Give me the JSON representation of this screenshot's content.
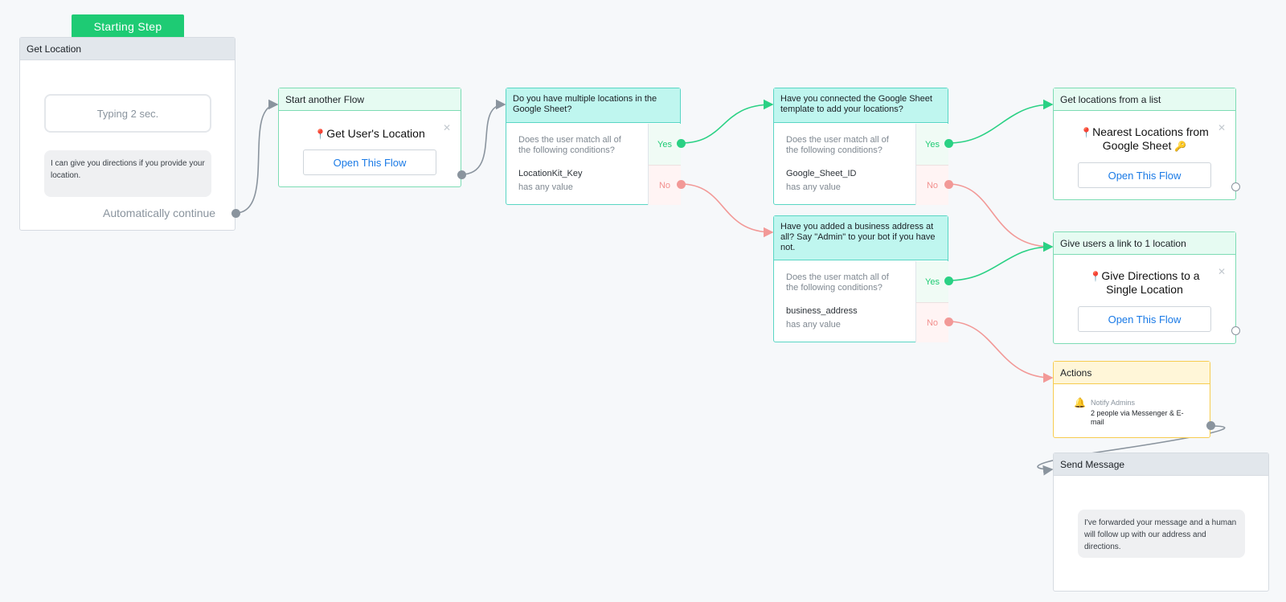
{
  "starting_step_label": "Starting Step",
  "get_location": {
    "title": "Get Location",
    "typing": "Typing 2 sec.",
    "message": "I can give you directions if you provide your location.",
    "auto_continue": "Automatically continue"
  },
  "start_flow": {
    "title": "Start another Flow",
    "flow_name": "Get User's Location",
    "button": "Open This Flow"
  },
  "cond_multi": {
    "title": "Do you have multiple locations in the Google Sheet?",
    "question": "Does the user match all of the following conditions?",
    "variable": "LocationKit_Key",
    "value": "has any value",
    "yes": "Yes",
    "no": "No"
  },
  "cond_sheet": {
    "title": "Have you connected the Google Sheet template to add your locations?",
    "question": "Does the user match all of the following conditions?",
    "variable": "Google_Sheet_ID",
    "value": "has any value",
    "yes": "Yes",
    "no": "No"
  },
  "cond_address": {
    "title": "Have you added a business address at all? Say \"Admin\" to your bot if you have not.",
    "question": "Does the user match all of the following conditions?",
    "variable": "business_address",
    "value": "has any value",
    "yes": "Yes",
    "no": "No"
  },
  "list_flow": {
    "title": "Get locations from a list",
    "flow_name_line1": "Nearest Locations from",
    "flow_name_line2": "Google Sheet",
    "button": "Open This Flow"
  },
  "single_flow": {
    "title": "Give users a link to 1 location",
    "flow_name_line1": "Give Directions to a",
    "flow_name_line2": "Single Location",
    "button": "Open This Flow"
  },
  "actions": {
    "title": "Actions",
    "label": "Notify Admins",
    "detail": "2 people via Messenger & E-mail"
  },
  "send_message": {
    "title": "Send Message",
    "message": "I've forwarded your message and a human will follow up with our address and directions."
  },
  "icons": {
    "pin": "map-pin-icon",
    "key": "key-icon",
    "bell": "bell-icon",
    "close": "close-icon"
  },
  "colors": {
    "start_green": "#1ecb74",
    "yes_wire": "#2ad184",
    "no_wire": "#f29997",
    "default_wire": "#8a949e",
    "cyan_header": "#bff6ef",
    "mint_header": "#e6fbf2",
    "yellow_header": "#fff6d8",
    "link_blue": "#1a7ae6"
  }
}
